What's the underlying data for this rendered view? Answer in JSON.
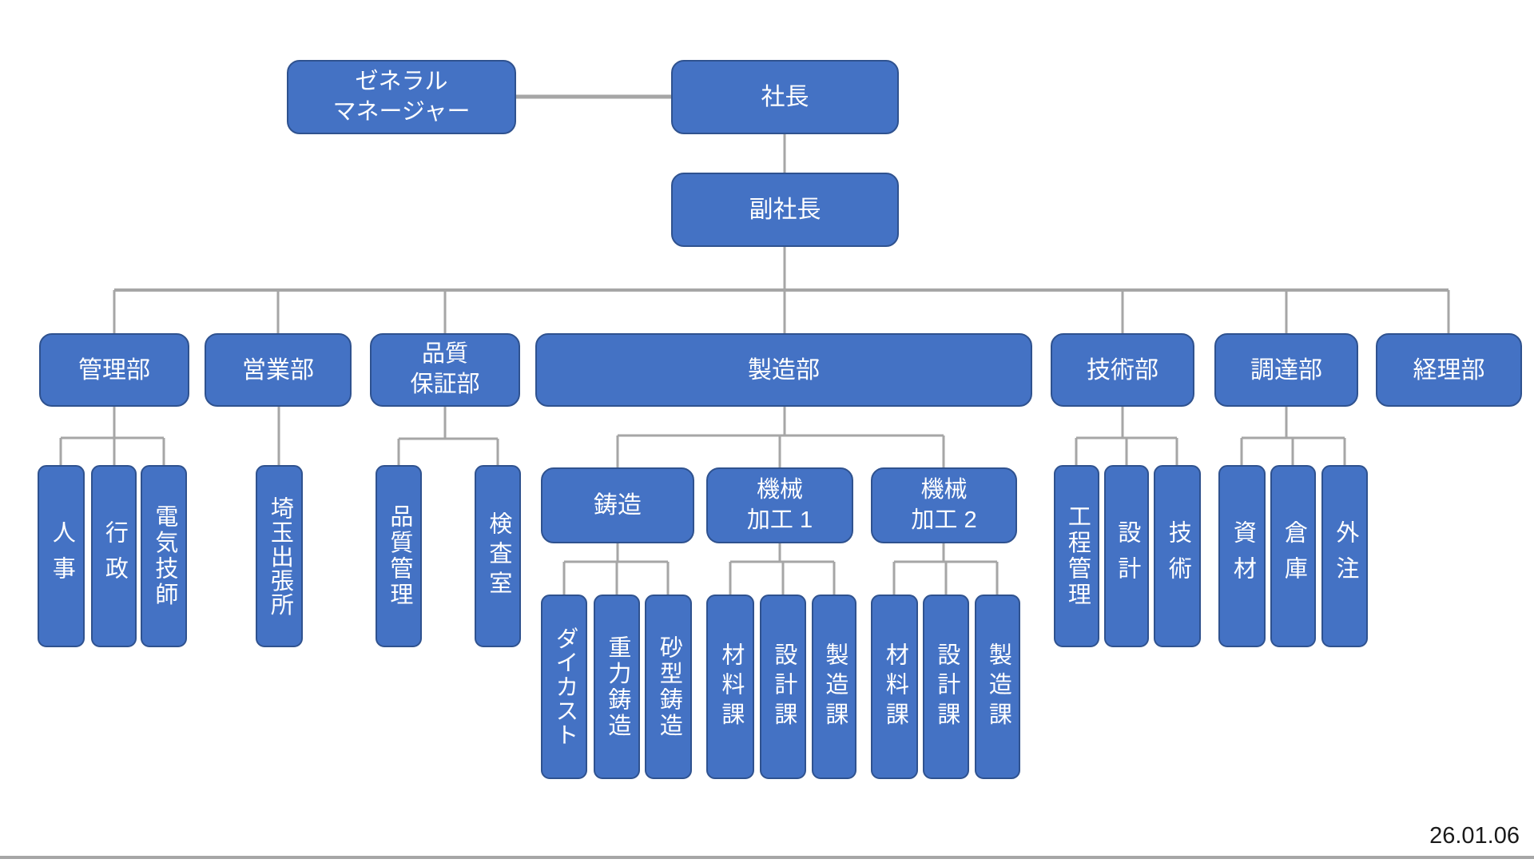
{
  "date": "26.01.06",
  "colors": {
    "box_fill": "#4472C4",
    "box_border": "#2F528F",
    "box_text": "#FFFFFF",
    "line": "#A6A6A6",
    "background": "#FFFFFF"
  },
  "nodes": {
    "gm": "ゼネラル\nマネージャー",
    "president": "社長",
    "vice_president": "副社長",
    "dept_admin": "管理部",
    "dept_sales": "営業部",
    "dept_qa": "品質\n保証部",
    "dept_mfg": "製造部",
    "dept_eng": "技術部",
    "dept_procurement": "調達部",
    "dept_accounting": "経理部",
    "hr": "人事",
    "administration": "行政",
    "electrical_engineer": "電気技師",
    "saitama_branch": "埼玉出張所",
    "quality_control": "品質管理",
    "inspection_room": "検査室",
    "casting": "鋳造",
    "machining_1": "機械\n加工 1",
    "machining_2": "機械\n加工 2",
    "die_casting": "ダイカスト",
    "gravity_casting": "重力鋳造",
    "sand_casting": "砂型鋳造",
    "m1_materials": "材料課",
    "m1_design": "設計課",
    "m1_manufacturing": "製造課",
    "m2_materials": "材料課",
    "m2_design": "設計課",
    "m2_manufacturing": "製造課",
    "process_management": "工程管理",
    "design": "設計",
    "technology": "技術",
    "materials": "資材",
    "warehouse": "倉庫",
    "outsourcing": "外注"
  }
}
